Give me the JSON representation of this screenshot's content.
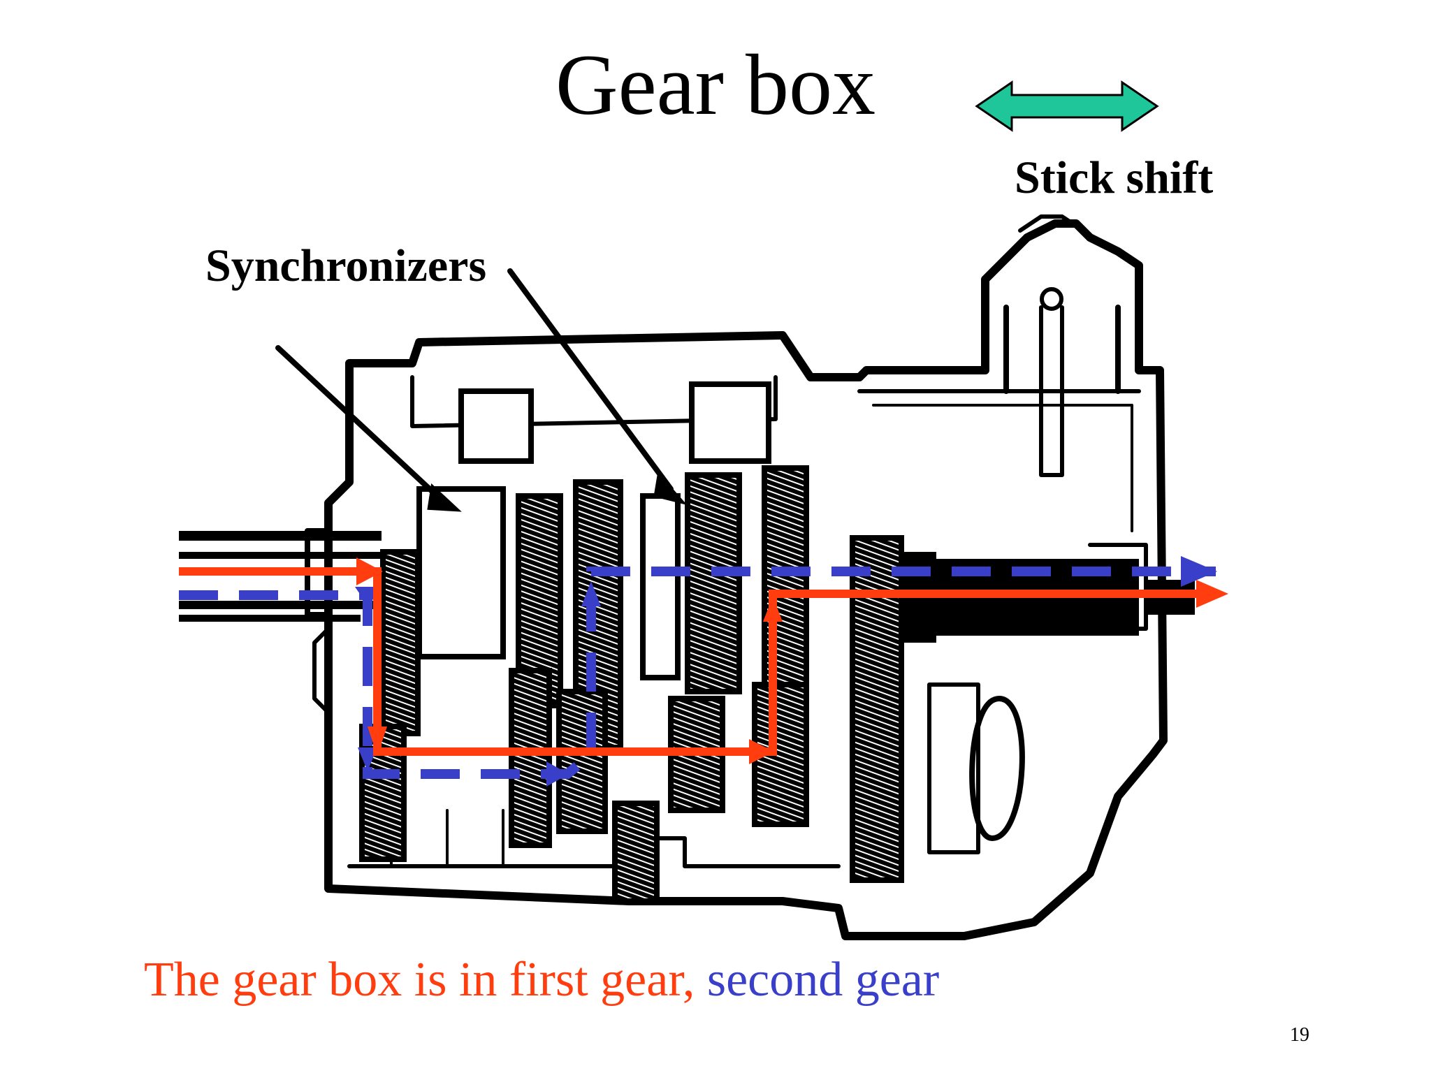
{
  "title": "Gear box",
  "labels": {
    "stick_shift": "Stick shift",
    "synchronizers": "Synchronizers"
  },
  "caption": {
    "first_gear": "The gear box is in first gear,",
    "second_gear": "second gear"
  },
  "page_number": "19",
  "colors": {
    "first_gear_path": "#ff3d0f",
    "second_gear_path": "#3a3fc9",
    "shift_arrow": "#1fc69a",
    "housing": "#000000"
  },
  "icons": [
    "double-headed-arrow-icon"
  ]
}
